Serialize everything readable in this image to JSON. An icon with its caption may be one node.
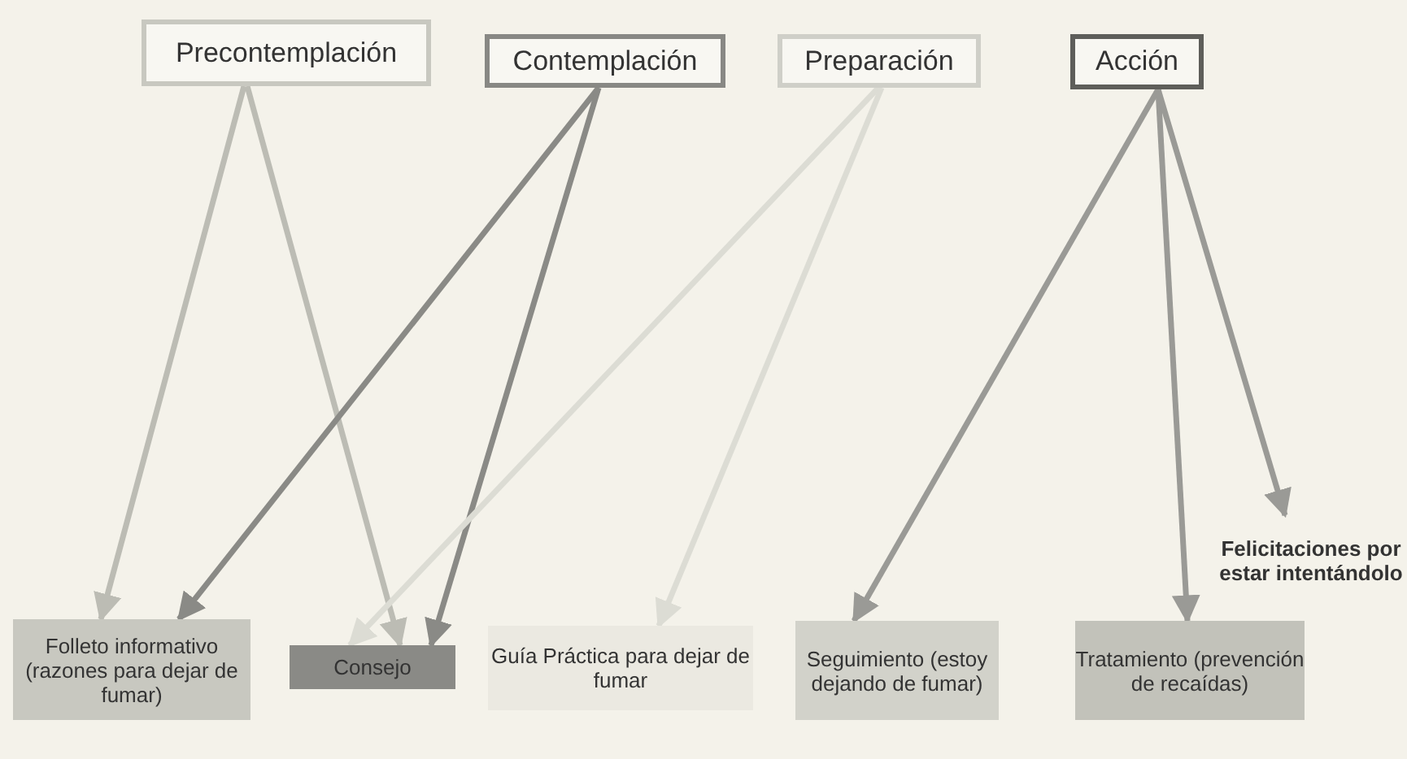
{
  "diagram": {
    "nodes": [
      {
        "text": [
          "Precontemplación"
        ]
      },
      {
        "text": [
          "Contemplación"
        ]
      },
      {
        "text": [
          "Preparación"
        ]
      },
      {
        "text": [
          "Acción"
        ]
      },
      {
        "text": [
          "Folleto informativo (razones para dejar de fumar)"
        ]
      },
      {
        "text": [
          "Consejo"
        ]
      },
      {
        "text": [
          "Guía Práctica para dejar de fumar"
        ]
      },
      {
        "text": [
          "Seguimiento (estoy dejando de fumar)"
        ]
      },
      {
        "text": [
          "Tratamiento (prevención de recaídas)"
        ]
      },
      {
        "text": [
          "Felicitaciones por estar intentándolo"
        ]
      }
    ],
    "edges": [
      {
        "from": 0,
        "to": 4,
        "arrow": "to",
        "color": "#bcbcb4"
      },
      {
        "from": 0,
        "to": 5,
        "arrow": "to",
        "color": "#bcbcb4"
      },
      {
        "from": 1,
        "to": 4,
        "arrow": "to",
        "color": "#8a8a86"
      },
      {
        "from": 1,
        "to": 5,
        "arrow": "to",
        "color": "#8a8a86"
      },
      {
        "from": 2,
        "to": 5,
        "arrow": "to",
        "color": "#dcdcd4"
      },
      {
        "from": 2,
        "to": 6,
        "arrow": "to",
        "color": "#dcdcd4"
      },
      {
        "from": 3,
        "to": 7,
        "arrow": "to",
        "color": "#9a9a96"
      },
      {
        "from": 3,
        "to": 8,
        "arrow": "to",
        "color": "#9a9a96"
      },
      {
        "from": 3,
        "to": 9,
        "arrow": "to",
        "color": "#9a9a96"
      }
    ]
  }
}
